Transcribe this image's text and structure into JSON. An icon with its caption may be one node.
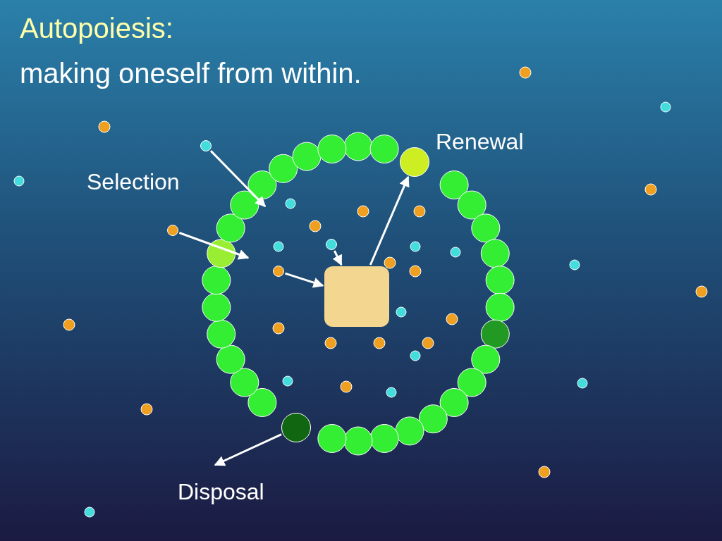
{
  "diagram": {
    "title": "Autopoiesis:",
    "nodes": [
      {
        "text": [],
        "shape": "circle"
      },
      {
        "text": [],
        "shape": "circle"
      },
      {
        "text": [],
        "shape": "circle"
      },
      {
        "text": [],
        "shape": "circle"
      },
      {
        "text": [],
        "shape": "circle"
      },
      {
        "text": [],
        "shape": "box"
      },
      {
        "text": [],
        "shape": "circle"
      }
    ],
    "edges": [
      {
        "from": 0,
        "to": null,
        "arrow": "to"
      },
      {
        "from": 2,
        "to": null,
        "arrow": "to"
      },
      {
        "from": 4,
        "to": 5,
        "arrow": "to"
      },
      {
        "from": 3,
        "to": 5,
        "arrow": "to"
      },
      {
        "from": 5,
        "to": 1,
        "arrow": "to"
      },
      {
        "from": 6,
        "to": null,
        "arrow": "to"
      }
    ],
    "labels": [
      "making oneself from within.",
      "Renewal",
      "Selection",
      "Disposal"
    ]
  }
}
